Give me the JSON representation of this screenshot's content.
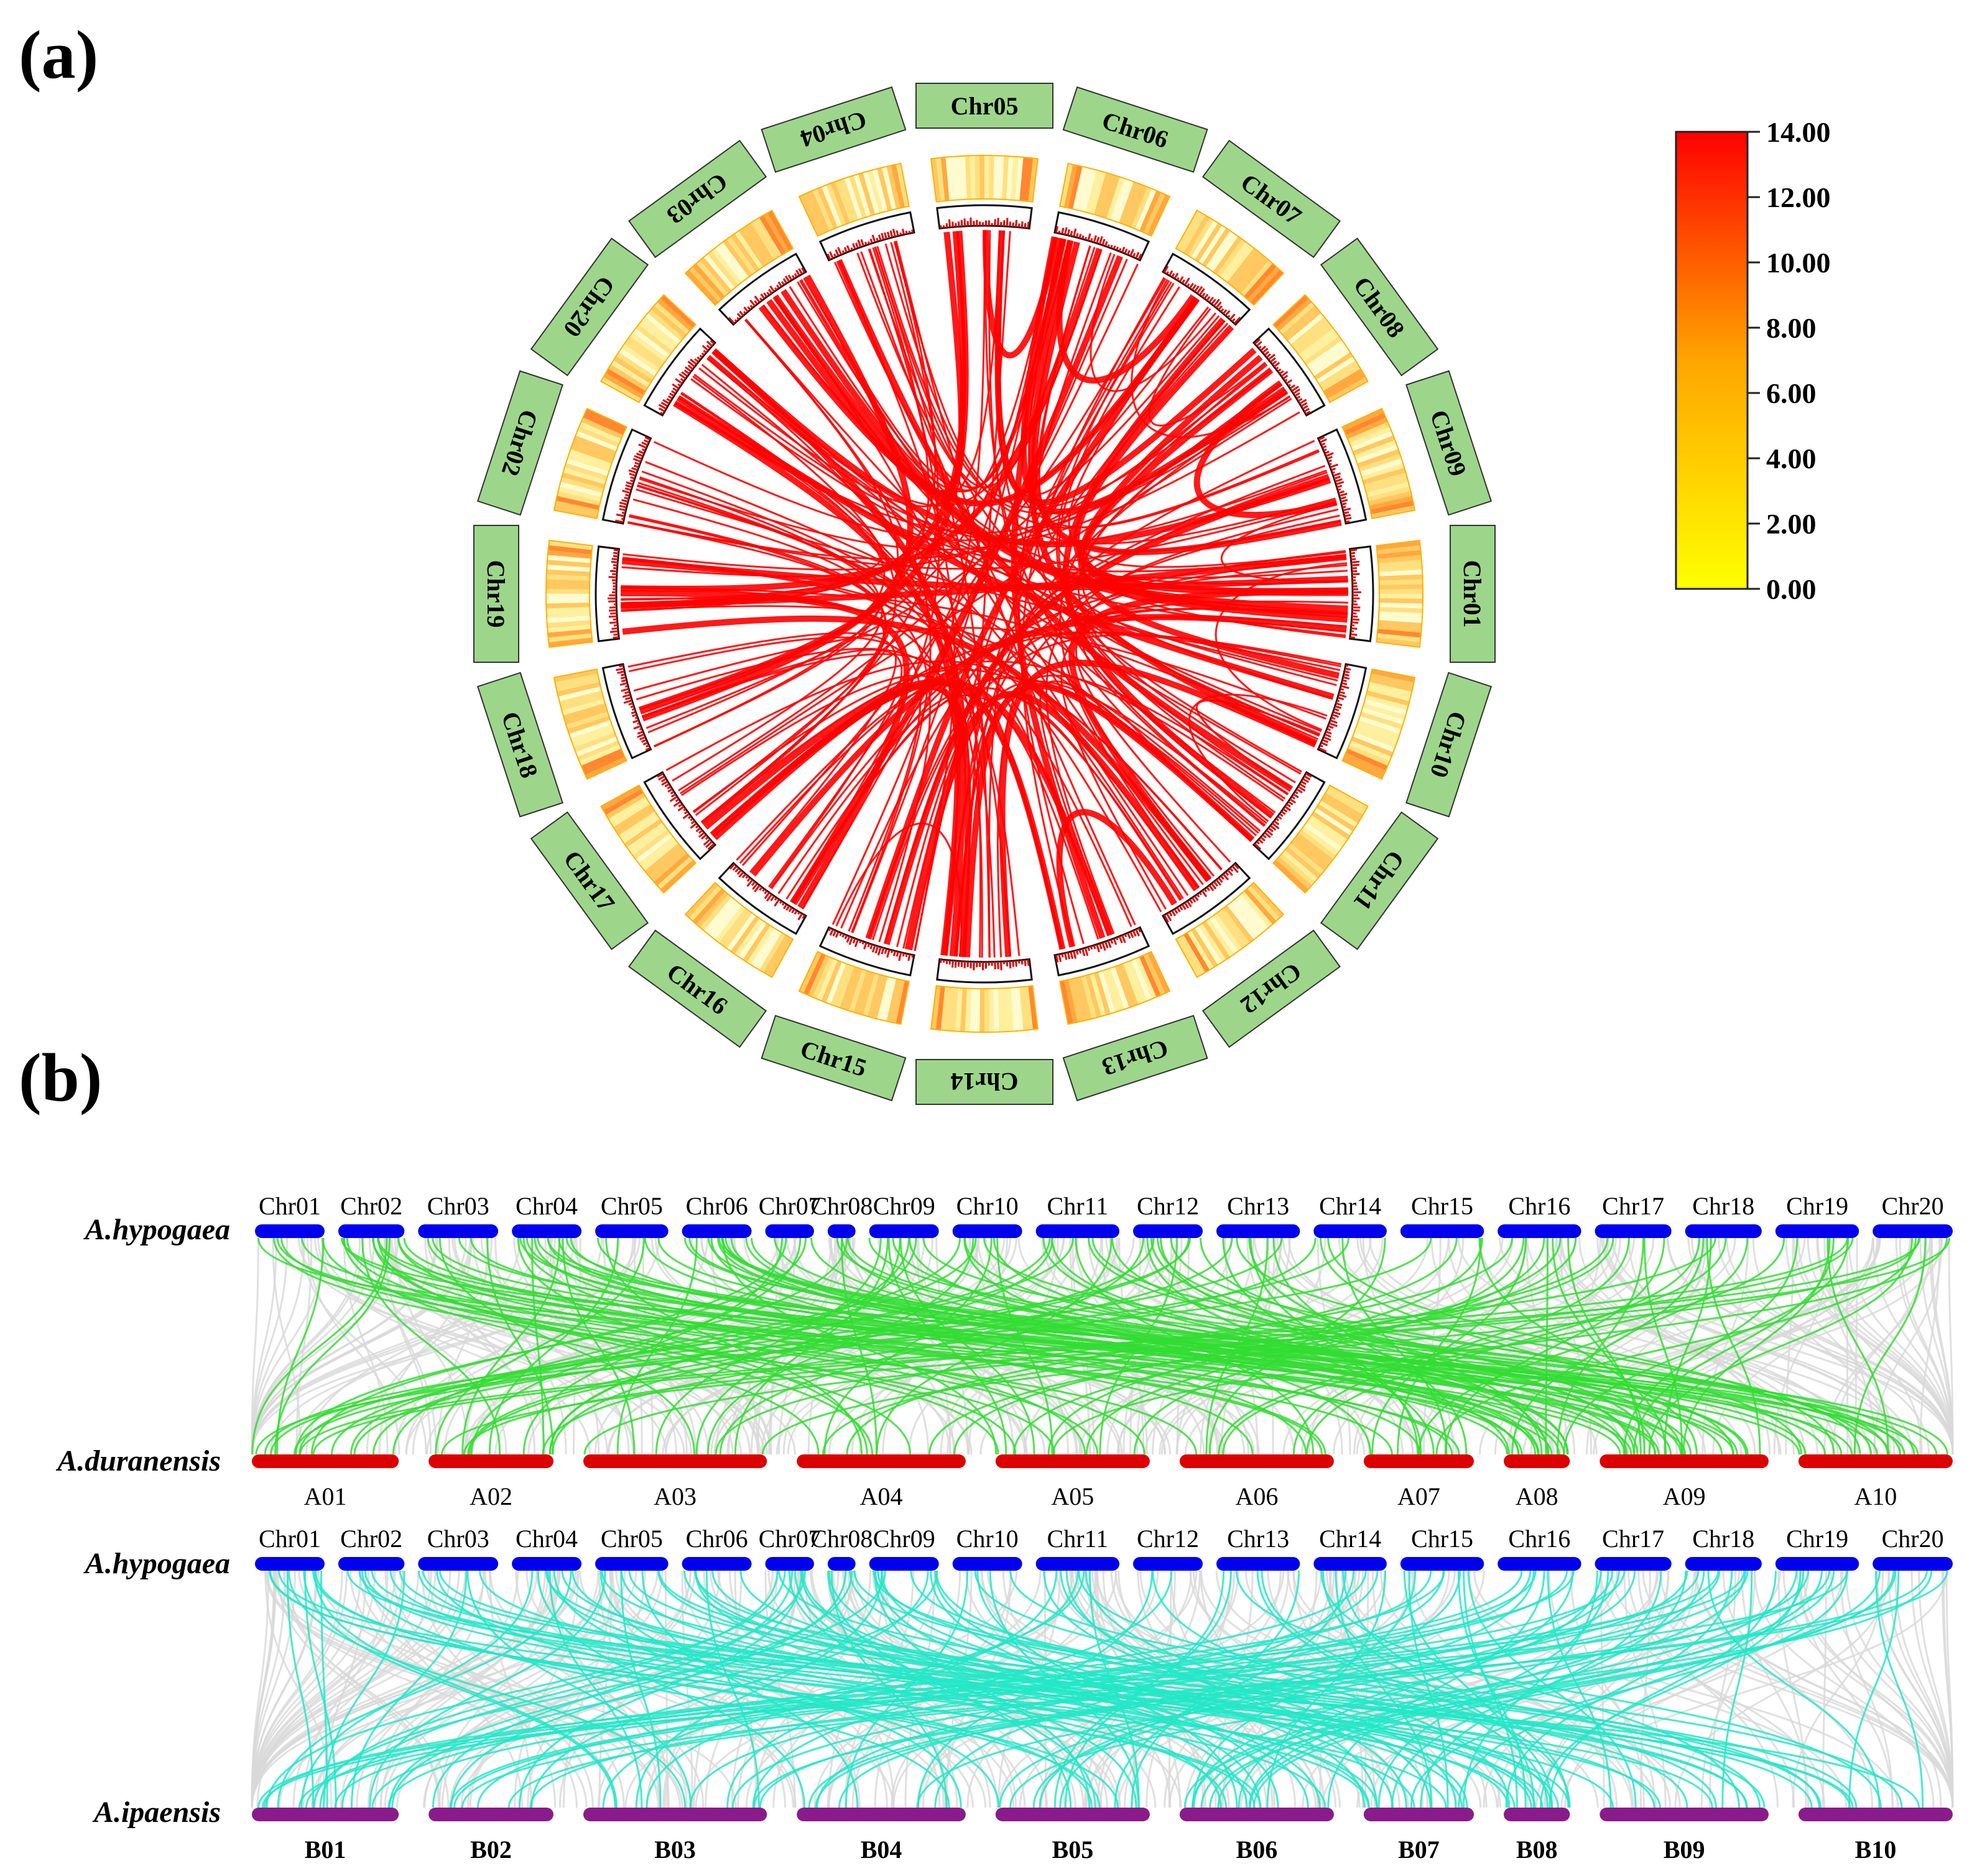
{
  "panel_a": {
    "label": "(a)",
    "chromosomes": [
      "Chr01",
      "Chr10",
      "Chr11",
      "Chr12",
      "Chr13",
      "Chr14",
      "Chr15",
      "Chr16",
      "Chr17",
      "Chr18",
      "Chr19",
      "Chr02",
      "Chr20",
      "Chr03",
      "Chr04",
      "Chr05",
      "Chr06",
      "Chr07",
      "Chr08",
      "Chr09"
    ],
    "legend": {
      "ticks": [
        "14.00",
        "12.00",
        "10.00",
        "8.00",
        "6.00",
        "4.00",
        "2.00",
        "0.00"
      ],
      "range": [
        0,
        14
      ],
      "colors": [
        "#ffff00",
        "#ffa500",
        "#ff0000"
      ]
    },
    "link_color": "#ff0000",
    "label_box_color": "#9dd68a"
  },
  "panel_b": {
    "label": "(b)",
    "top": {
      "species_upper": "A.hypogaea",
      "species_lower": "A.duranensis",
      "upper_chrs": [
        "Chr01",
        "Chr02",
        "Chr03",
        "Chr04",
        "Chr05",
        "Chr06",
        "Chr07",
        "Chr08",
        "Chr09",
        "Chr10",
        "Chr11",
        "Chr12",
        "Chr13",
        "Chr14",
        "Chr15",
        "Chr16",
        "Chr17",
        "Chr18",
        "Chr19",
        "Chr20"
      ],
      "lower_chrs": [
        "A01",
        "A02",
        "A03",
        "A04",
        "A05",
        "A06",
        "A07",
        "A08",
        "A09",
        "A10"
      ],
      "upper_color": "#0000ee",
      "lower_color": "#dd0000",
      "link_color": "#33dd33"
    },
    "bottom": {
      "species_upper": "A.hypogaea",
      "species_lower": "A.ipaensis",
      "upper_chrs": [
        "Chr01",
        "Chr02",
        "Chr03",
        "Chr04",
        "Chr05",
        "Chr06",
        "Chr07",
        "Chr08",
        "Chr09",
        "Chr10",
        "Chr11",
        "Chr12",
        "Chr13",
        "Chr14",
        "Chr15",
        "Chr16",
        "Chr17",
        "Chr18",
        "Chr19",
        "Chr20"
      ],
      "lower_chrs": [
        "B01",
        "B02",
        "B03",
        "B04",
        "B05",
        "B06",
        "B07",
        "B08",
        "B09",
        "B10"
      ],
      "upper_color": "#0000ee",
      "lower_color": "#8b1a8b",
      "link_color": "#22e8c8"
    },
    "background_link_color": "#d8d8d8"
  }
}
